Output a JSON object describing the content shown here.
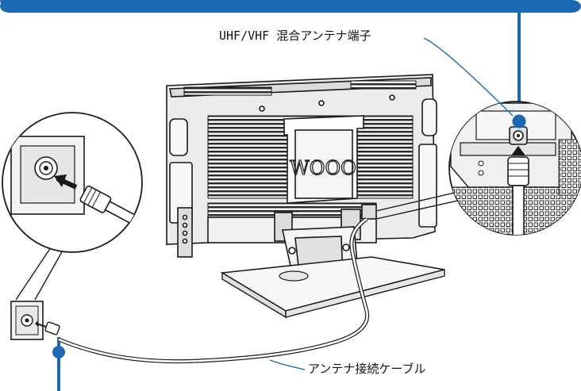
{
  "labels": {
    "antenna_terminal": "UHF/VHF 混合アンテナ端子",
    "antenna_cable": "アンテナ接続ケーブル"
  },
  "branding": {
    "monitor_logo": "WOOO"
  },
  "colors": {
    "accent_blue": "#1d68b3",
    "line": "#1a1a1a",
    "cable_fill": "#ffffff",
    "panel_gray": "#e9e9e9",
    "vent_dark": "#2a2a2a"
  }
}
